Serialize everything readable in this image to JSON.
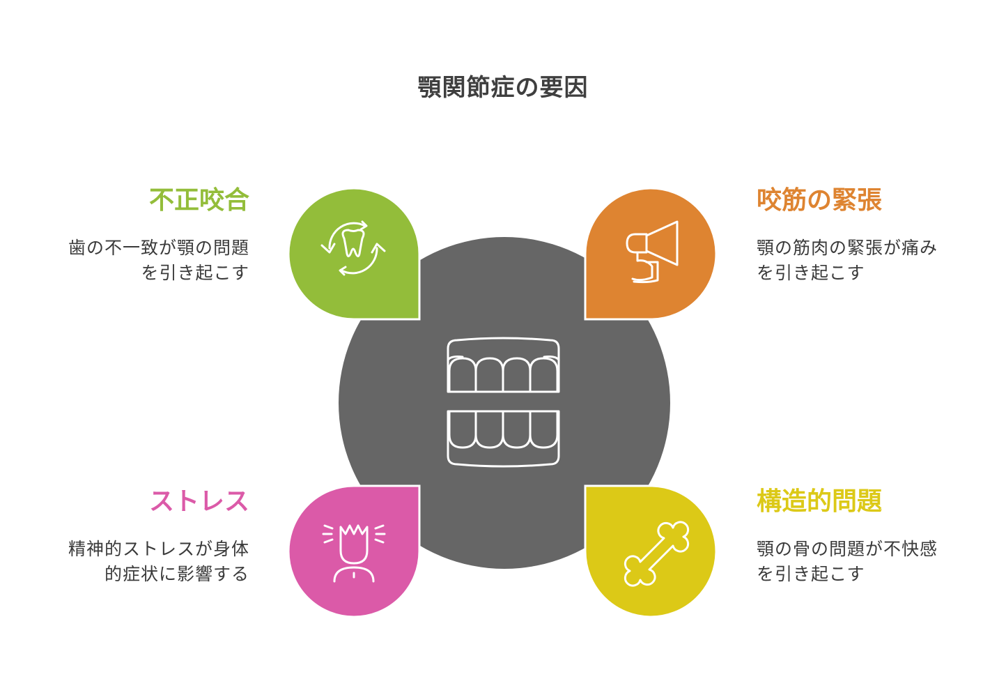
{
  "title": "顎関節症の要因",
  "center": {
    "icon": "teeth-icon",
    "color": "#666666"
  },
  "factors": [
    {
      "key": "tl",
      "label": "不正咬合",
      "desc": [
        "歯の不一致が顎の問題",
        "を引き起こす"
      ],
      "color": "#93bd3a",
      "icon": "tooth-rotate-icon"
    },
    {
      "key": "tr",
      "label": "咬筋の緊張",
      "desc": [
        "顎の筋肉の緊張が痛み",
        "を引き起こす"
      ],
      "color": "#de8431",
      "icon": "megaphone-icon"
    },
    {
      "key": "bl",
      "label": "ストレス",
      "desc": [
        "精神的ストレスが身体",
        "的症状に影響する"
      ],
      "color": "#db5aa8",
      "icon": "stressed-person-icon"
    },
    {
      "key": "br",
      "label": "構造的問題",
      "desc": [
        "顎の骨の問題が不快感",
        "を引き起こす"
      ],
      "color": "#dcc917",
      "icon": "bone-icon"
    }
  ]
}
